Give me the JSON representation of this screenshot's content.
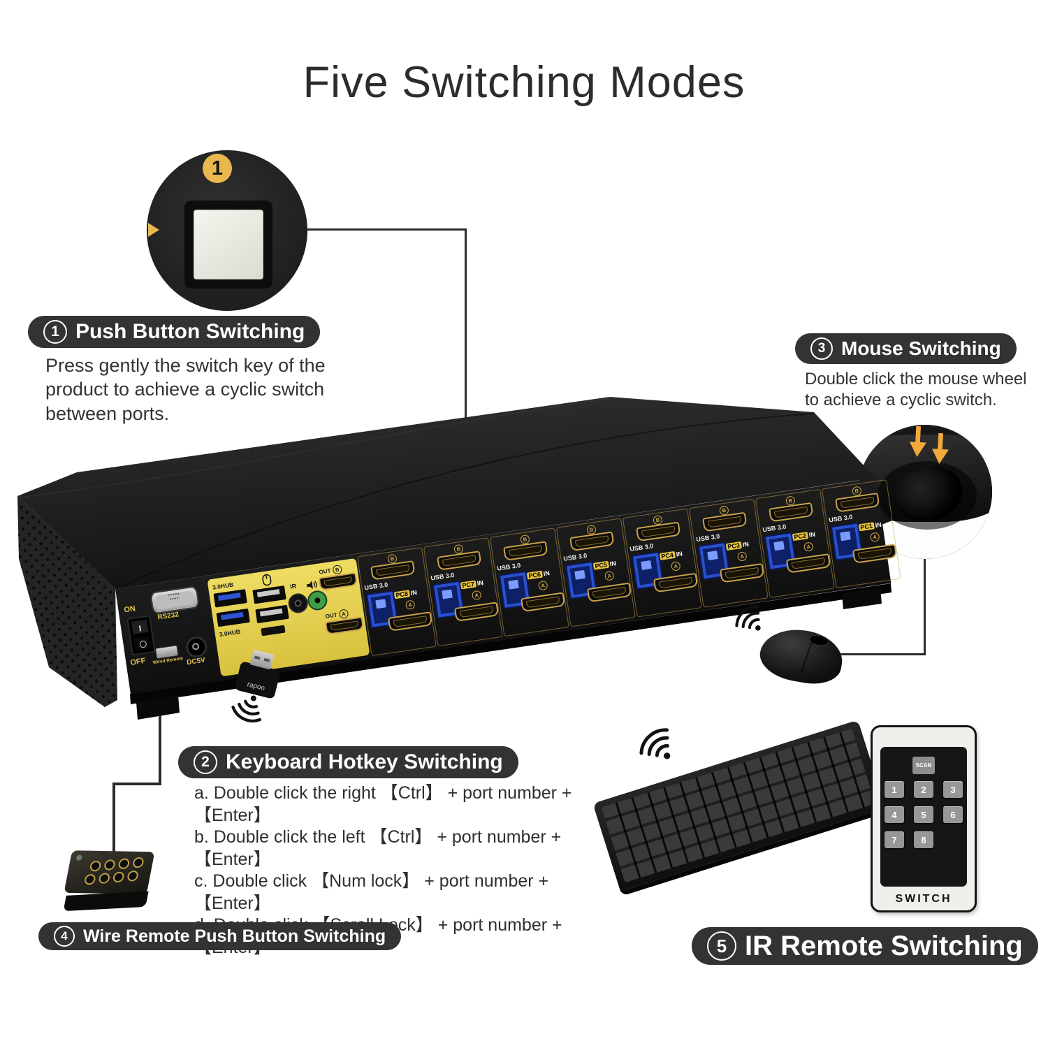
{
  "title": "Five Switching Modes",
  "modes": {
    "push_button": {
      "num": "1",
      "label": "Push Button Switching",
      "desc": "Press gently the switch key of the product to achieve a cyclic switch between ports."
    },
    "keyboard_hotkey": {
      "num": "2",
      "label": "Keyboard Hotkey Switching",
      "lines": [
        "a. Double click the right 【Ctrl】 + port number + 【Enter】",
        "b. Double click the left 【Ctrl】 + port number + 【Enter】",
        "c. Double click 【Num lock】 + port number + 【Enter】",
        "d. Double click 【Scroll Lock】 + port number + 【Enter】"
      ]
    },
    "mouse": {
      "num": "3",
      "label": "Mouse Switching",
      "desc": "Double click the mouse wheel to achieve a cyclic switch."
    },
    "wire_remote": {
      "num": "4",
      "label": "Wire Remote Push Button Switching"
    },
    "ir_remote": {
      "num": "5",
      "label": "IR Remote Switching"
    }
  },
  "device": {
    "rear_panel": {
      "power": {
        "on": "ON",
        "off": "OFF",
        "rs232": "RS232",
        "wired_remote": "Wired Remote",
        "dc": "DC5V"
      },
      "console": {
        "hub": "3.0HUB",
        "ir": "IR",
        "out": "OUT",
        "letter_b": "B",
        "letter_a": "A"
      },
      "ports": [
        {
          "usb": "USB 3.0",
          "pc": "PC8",
          "in": "IN"
        },
        {
          "usb": "USB 3.0",
          "pc": "PC7",
          "in": "IN"
        },
        {
          "usb": "USB 3.0",
          "pc": "PC6",
          "in": "IN"
        },
        {
          "usb": "USB 3.0",
          "pc": "PC5",
          "in": "IN"
        },
        {
          "usb": "USB 3.0",
          "pc": "PC4",
          "in": "IN"
        },
        {
          "usb": "USB 3.0",
          "pc": "PC3",
          "in": "IN"
        },
        {
          "usb": "USB 3.0",
          "pc": "PC2",
          "in": "IN"
        },
        {
          "usb": "USB 3.0",
          "pc": "PC1",
          "in": "IN"
        }
      ]
    },
    "dongle_brand": "rapoo"
  },
  "ir_remote_device": {
    "scan": "SCAN",
    "keys": [
      "1",
      "2",
      "3",
      "4",
      "5",
      "6",
      "7",
      "8"
    ],
    "switch_label": "SWITCH"
  },
  "colors": {
    "pill_bg": "#333333",
    "accent_yellow": "#e4ce4e",
    "gold": "#c9a24a",
    "usb_blue": "#3157d8",
    "jack_green": "#3f9d47",
    "arrow_orange": "#f2a93b",
    "title": "#2c2c2c"
  }
}
